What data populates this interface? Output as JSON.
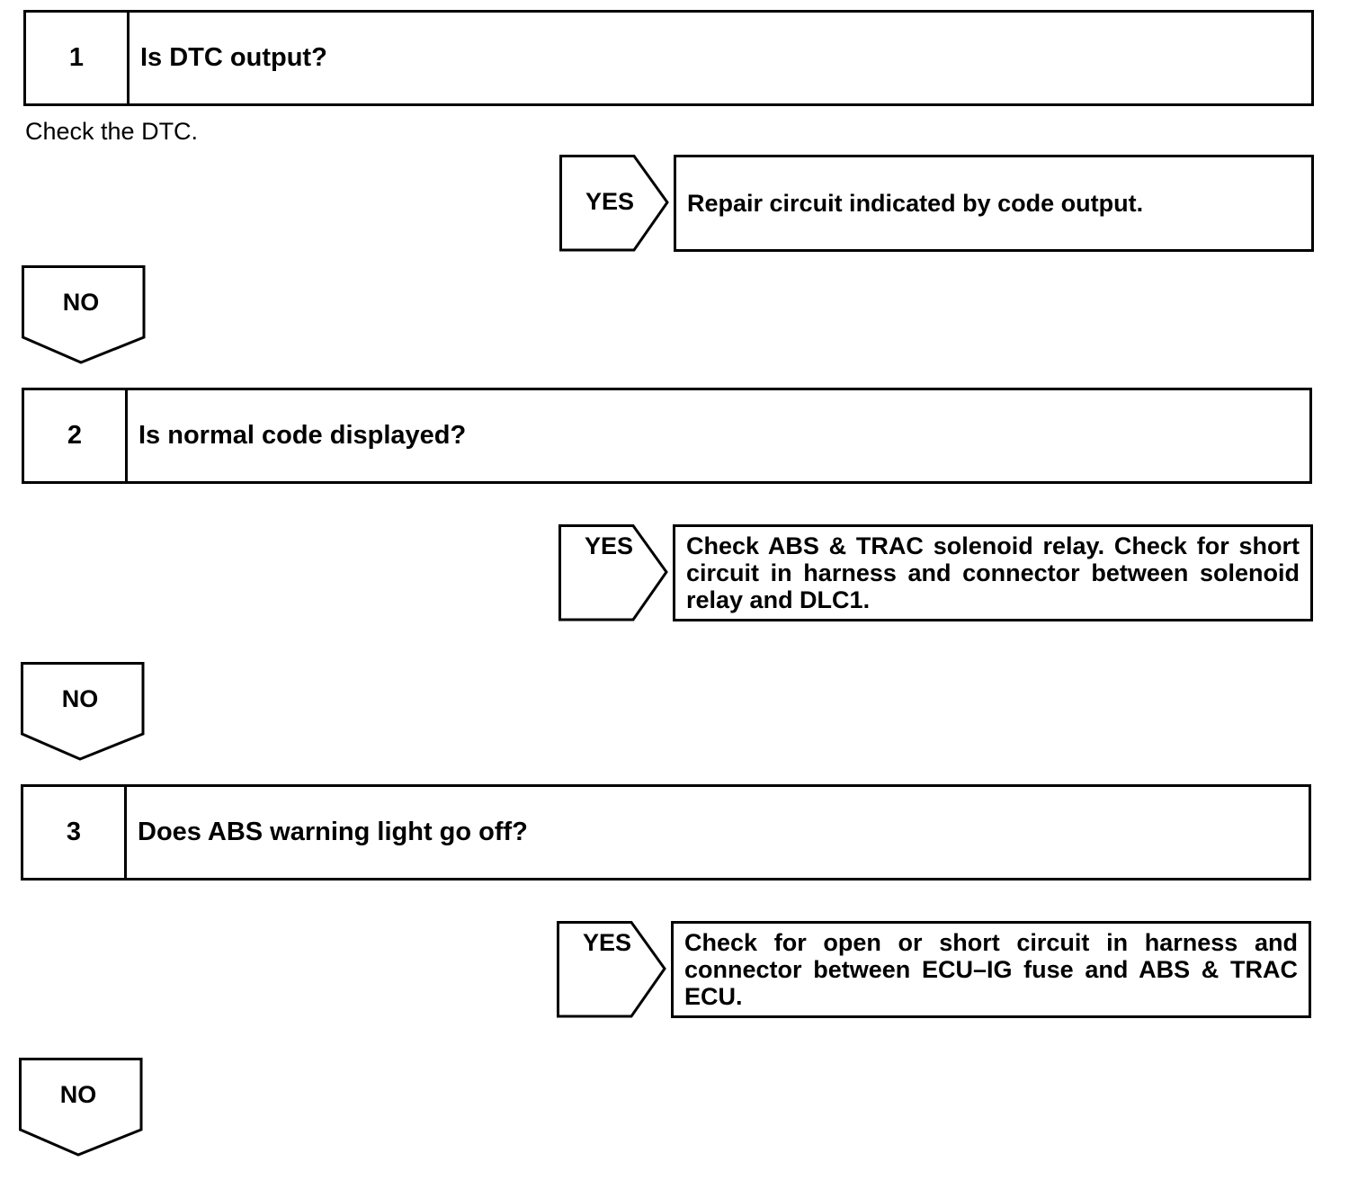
{
  "steps": [
    {
      "number": "1",
      "question": "Is DTC output?",
      "note": "Check the DTC.",
      "yes_label": "YES",
      "yes_action": "Repair circuit indicated by code output.",
      "no_label": "NO"
    },
    {
      "number": "2",
      "question": "Is normal code displayed?",
      "yes_label": "YES",
      "yes_action": "Check ABS & TRAC solenoid relay. Check for short circuit in harness and connector between solenoid relay and DLC1.",
      "no_label": "NO"
    },
    {
      "number": "3",
      "question": "Does ABS warning light go off?",
      "yes_label": "YES",
      "yes_action": "Check for open or short circuit in harness and connector between ECU–IG fuse and ABS & TRAC ECU.",
      "no_label": "NO"
    }
  ]
}
